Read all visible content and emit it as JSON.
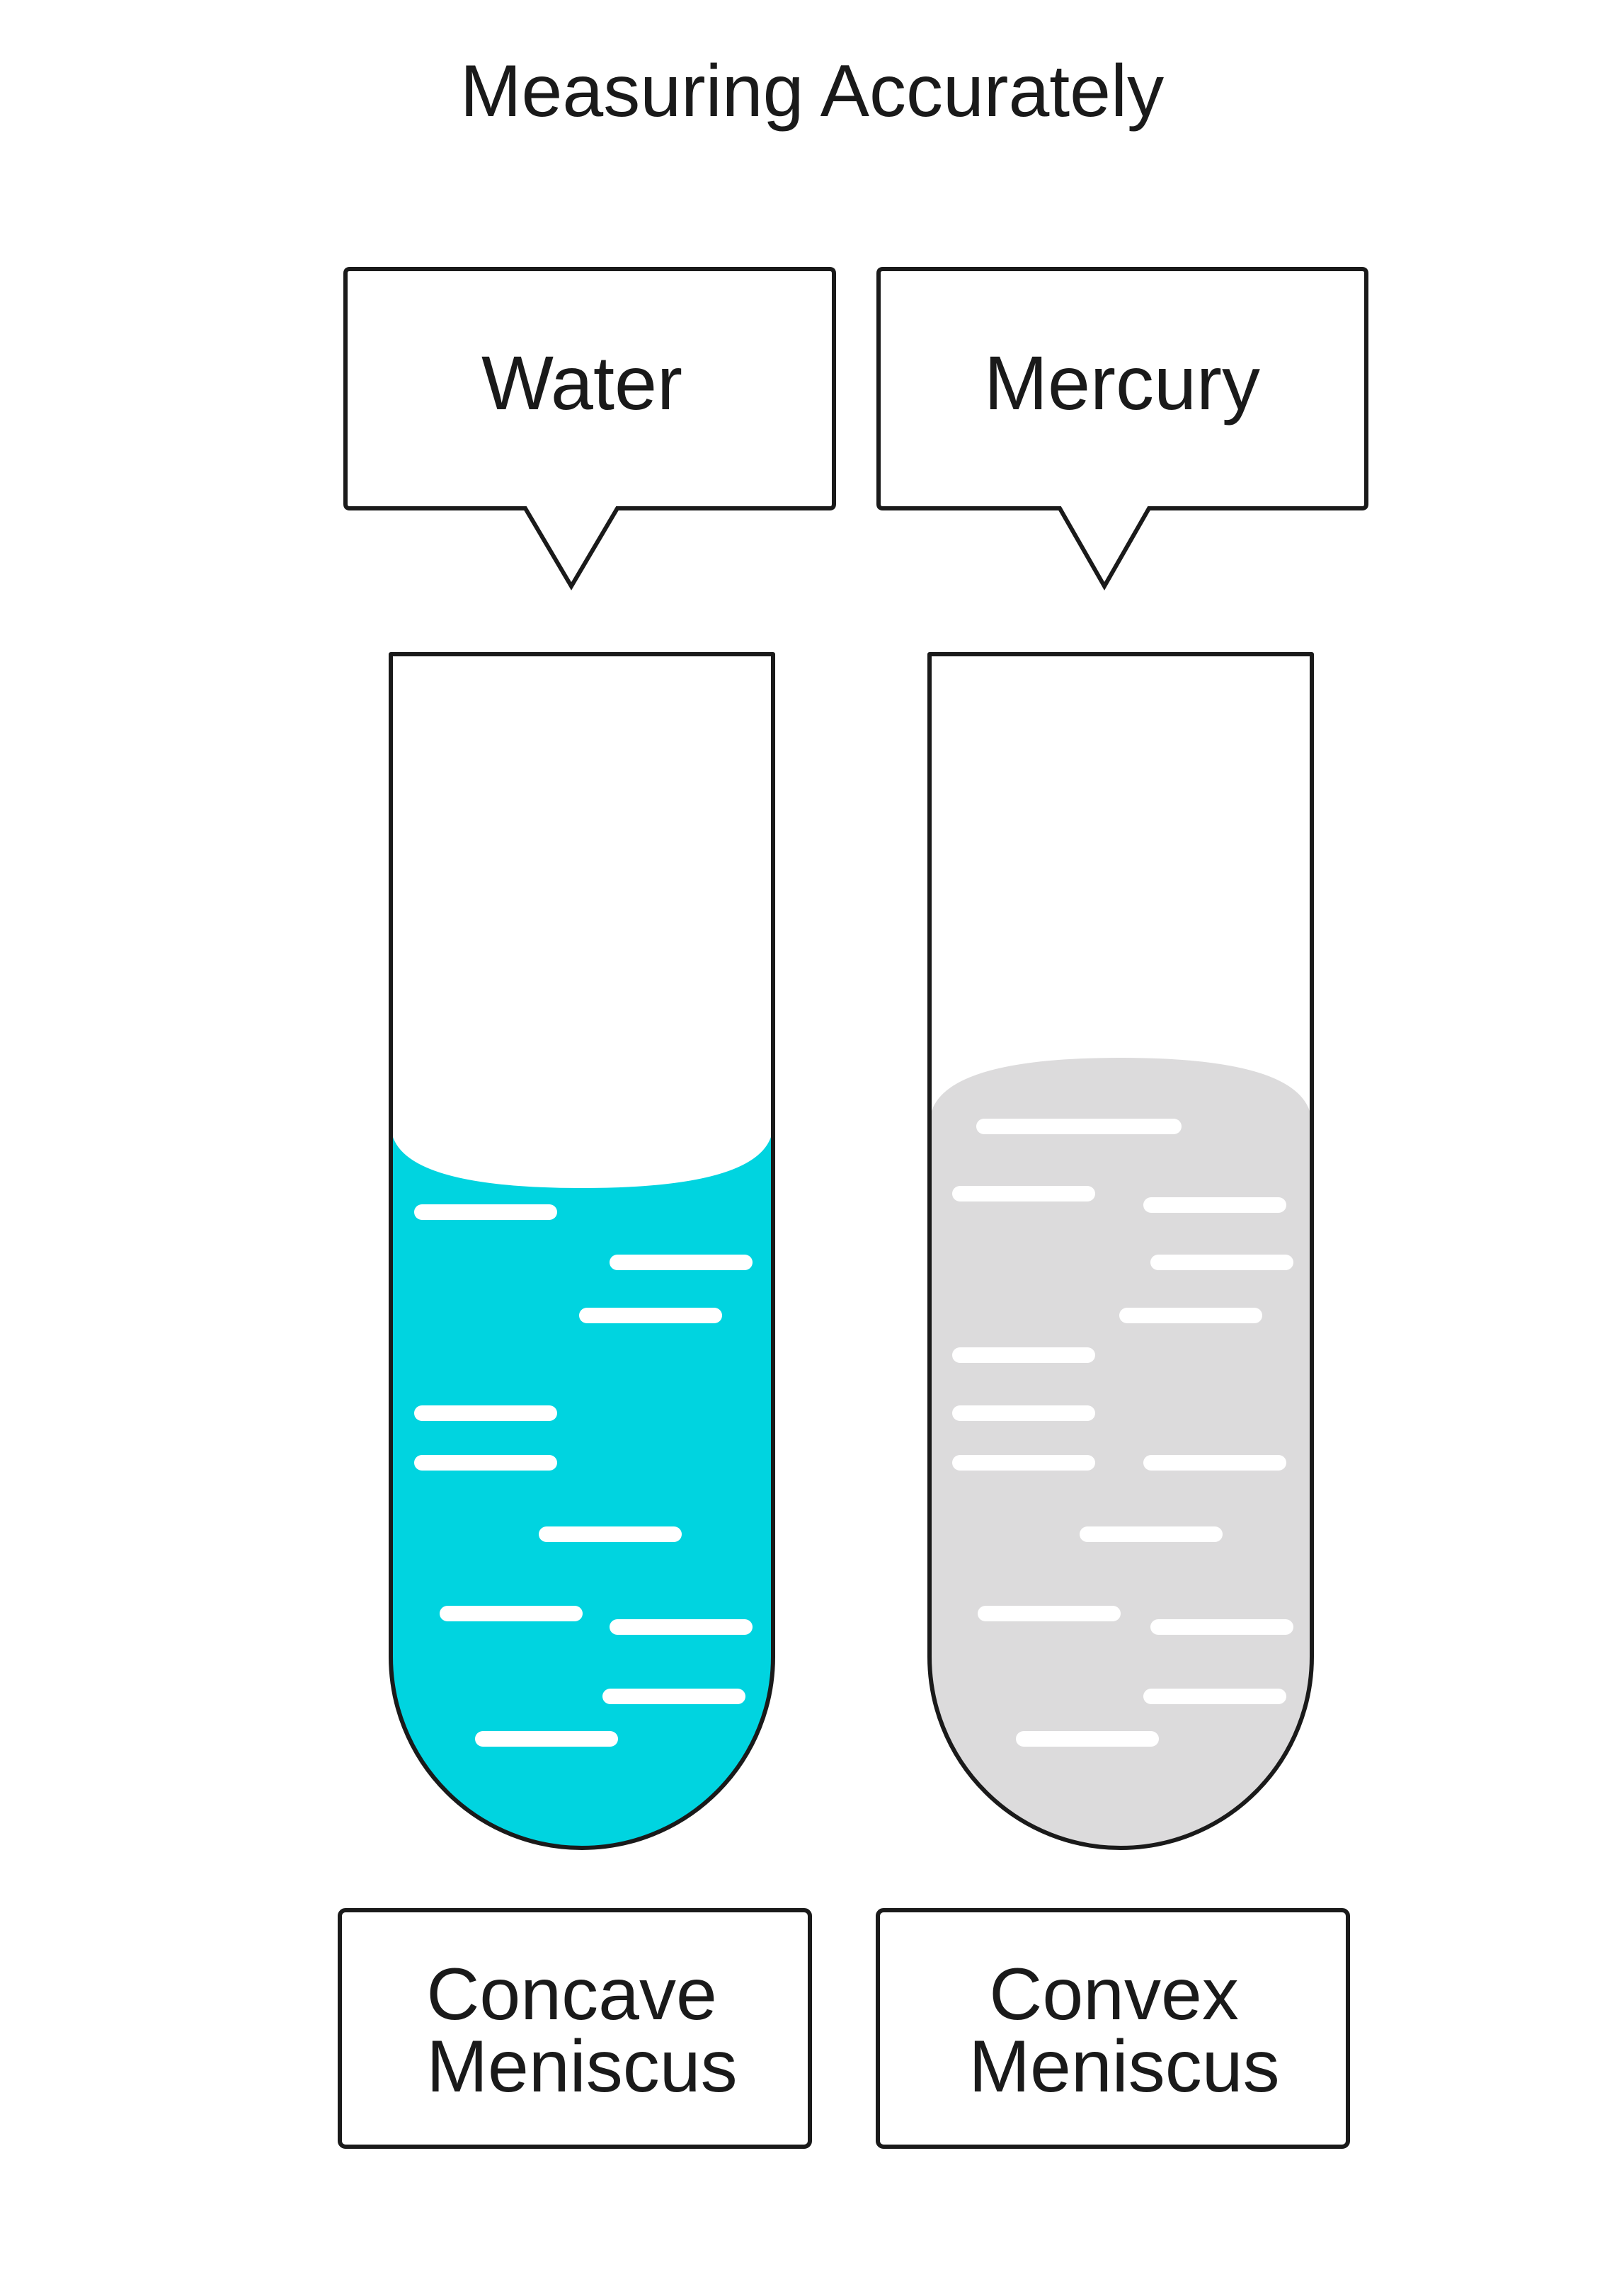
{
  "title": "Measuring Accurately",
  "tubes": [
    {
      "callout_label": "Water",
      "meniscus_line1": "Concave",
      "meniscus_line2": "Meniscus",
      "liquid_color": "#00d4e0",
      "meniscus_shape": "concave"
    },
    {
      "callout_label": "Mercury",
      "meniscus_line1": "Convex",
      "meniscus_line2": "Meniscus",
      "liquid_color": "#dcdbdc",
      "meniscus_shape": "convex"
    }
  ],
  "colors": {
    "outline": "#1a1a1a",
    "background": "#ffffff",
    "highlight": "#ffffff"
  }
}
